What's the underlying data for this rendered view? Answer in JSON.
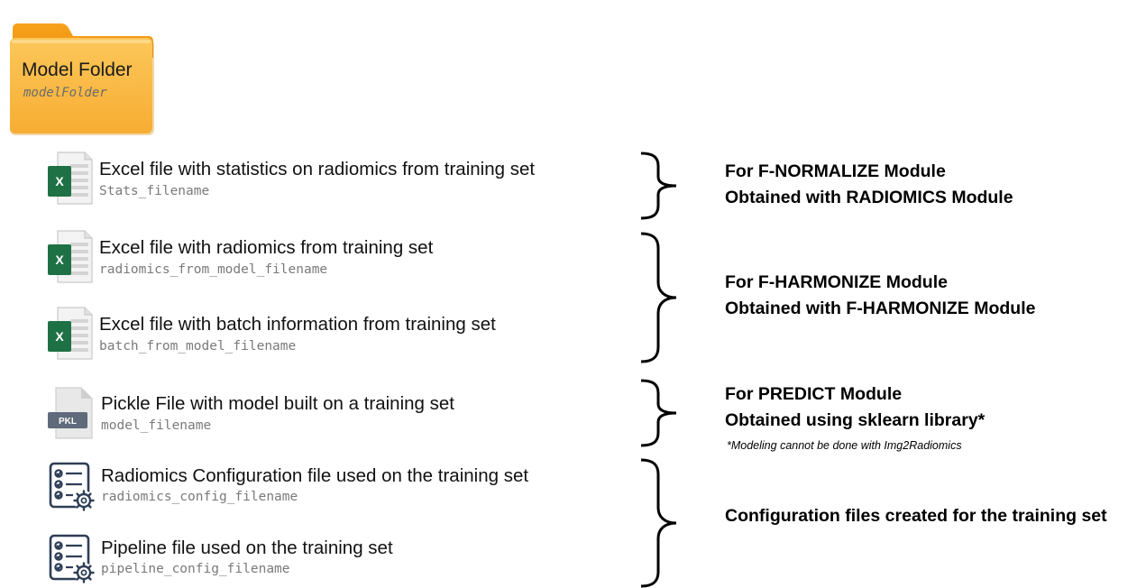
{
  "folder": {
    "title": "Model Folder",
    "variable": "modelFolder",
    "icon": "folder-icon"
  },
  "files": [
    {
      "icon": "excel-icon",
      "label": "Excel file with statistics on radiomics from training set",
      "variable": "Stats_filename"
    },
    {
      "icon": "excel-icon",
      "label": "Excel file with radiomics from training set",
      "variable": "radiomics_from_model_filename"
    },
    {
      "icon": "excel-icon",
      "label": "Excel file with batch information from training set",
      "variable": "batch_from_model_filename"
    },
    {
      "icon": "pkl-file-icon",
      "badge": "PKL",
      "label": "Pickle File with model built on a training set",
      "variable": "model_filename"
    },
    {
      "icon": "config-checklist-icon",
      "label": "Radiomics Configuration file used on the training set",
      "variable": "radiomics_config_filename"
    },
    {
      "icon": "config-checklist-icon",
      "label": "Pipeline file used on the training set",
      "variable": "pipeline_config_filename"
    }
  ],
  "groups": [
    {
      "line1": "For F-NORMALIZE Module",
      "line2": "Obtained with RADIOMICS Module"
    },
    {
      "line1": "For F-HARMONIZE Module",
      "line2": "Obtained with F-HARMONIZE Module"
    },
    {
      "line1": "For PREDICT Module",
      "line2": "Obtained using sklearn library*",
      "footnote": "*Modeling cannot be done with Img2Radiomics"
    },
    {
      "line1": "Configuration files created for the training set"
    }
  ],
  "colors": {
    "folder_back": "#f5a623",
    "folder_front": "#fbbd4a",
    "excel_green": "#1e7145",
    "pkl_badge": "#5f6b7a",
    "config_navy": "#2f3e57"
  }
}
